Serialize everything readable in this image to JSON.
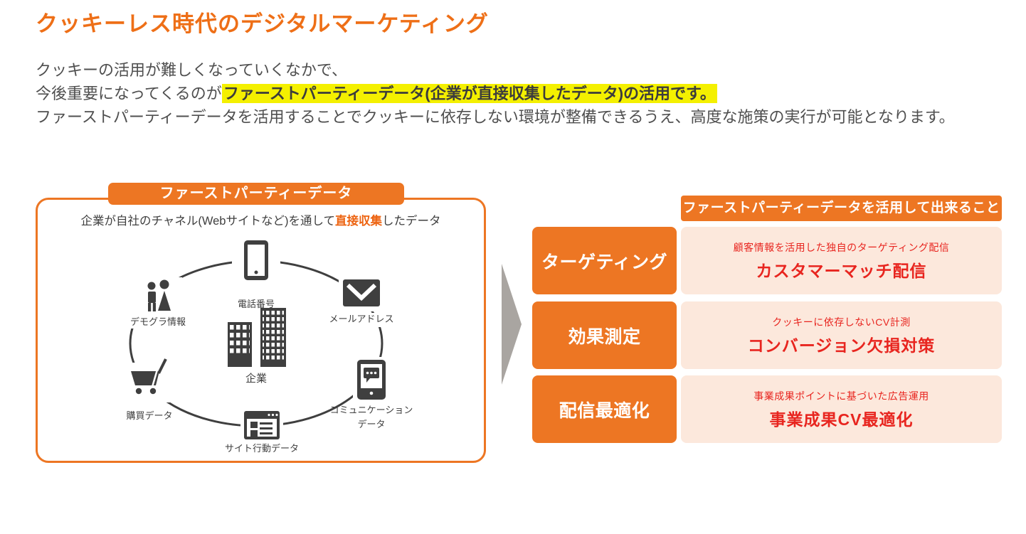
{
  "title": "クッキーレス時代のデジタルマーケティング",
  "intro": {
    "line1": "クッキーの活用が難しくなっていくなかで、",
    "line2_prefix": "今後重要になってくるのが",
    "line2_highlight": "ファーストパーティーデータ(企業が直接収集したデータ)の活用です。",
    "line3": "ファーストパーティーデータを活用することでクッキーに依存しない環境が整備できるうえ、高度な施策の実行が可能となります。"
  },
  "left_panel": {
    "badge": "ファーストパーティーデータ",
    "subtitle_prefix": "企業が自社のチャネル(Webサイトなど)を通して",
    "subtitle_emphasis": "直接収集",
    "subtitle_suffix": "したデータ",
    "node_labels": {
      "phone": "電話番号",
      "mail": "メールアドレス",
      "demographics": "デモグラ情報",
      "purchase": "購買データ",
      "communication_line1": "コミュニケーション",
      "communication_line2": "データ",
      "site": "サイト行動データ",
      "company": "企業"
    }
  },
  "right_panel": {
    "header": "ファーストパーティーデータを活用して出来ること",
    "rows": [
      {
        "label": "ターゲティング",
        "description": "顧客情報を活用した独自のターゲティング配信",
        "highlight": "カスタマーマッチ配信"
      },
      {
        "label": "効果測定",
        "description": "クッキーに依存しないCV計測",
        "highlight": "コンバージョン欠損対策"
      },
      {
        "label": "配信最適化",
        "description": "事業成果ポイントに基づいた広告運用",
        "highlight": "事業成果CV最適化"
      }
    ]
  },
  "colors": {
    "accent_orange": "#ED7623",
    "title_orange": "#EE6F17",
    "highlight_yellow": "#F4F000",
    "emphasis_red": "#E8251F",
    "light_peach": "#FCE8DC",
    "arrow_gray": "#A9A5A1",
    "text_dark": "#4D4D4D",
    "icon_dark": "#3F3F3F"
  }
}
